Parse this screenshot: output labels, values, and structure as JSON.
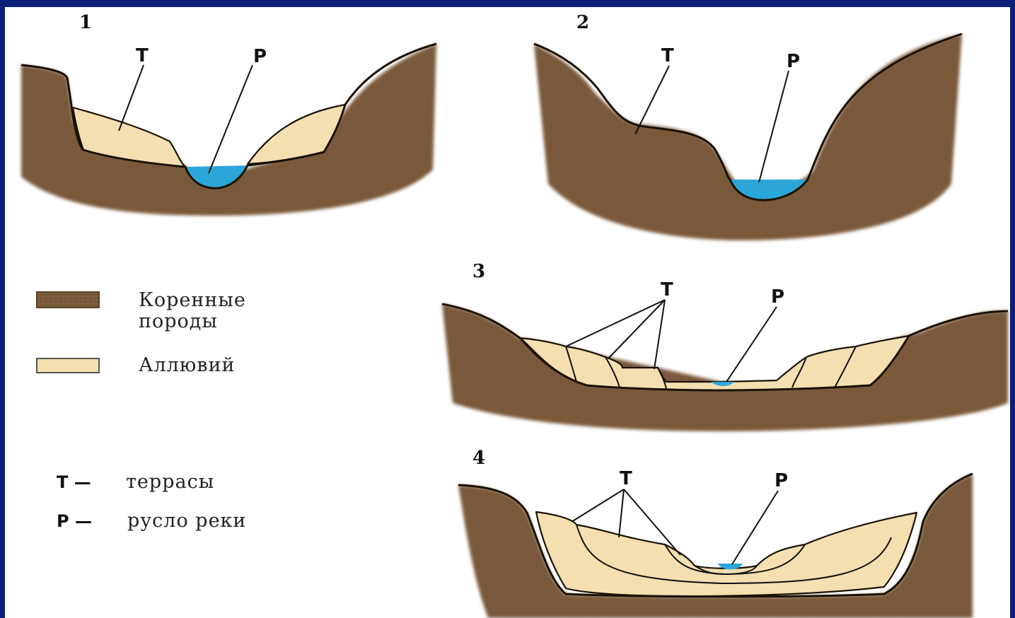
{
  "panels": [
    {
      "number": "1",
      "terrace_label": "Т",
      "river_label": "Р"
    },
    {
      "number": "2",
      "terrace_label": "Т",
      "river_label": "Р"
    },
    {
      "number": "3",
      "terrace_label": "Т",
      "river_label": "Р"
    },
    {
      "number": "4",
      "terrace_label": "Т",
      "river_label": "Р"
    }
  ],
  "legend": {
    "bedrock_line1": "Коренные",
    "bedrock_line2": "породы",
    "alluvium": "Аллювий",
    "terraces_key": "Т —",
    "terraces_text": "террасы",
    "channel_key": "Р —",
    "channel_text": "русло реки"
  },
  "colors": {
    "background": "#0e1f7a",
    "bedrock": "#7a5a3a",
    "alluvium": "#f3dfb0",
    "water": "#2aa6d9"
  }
}
